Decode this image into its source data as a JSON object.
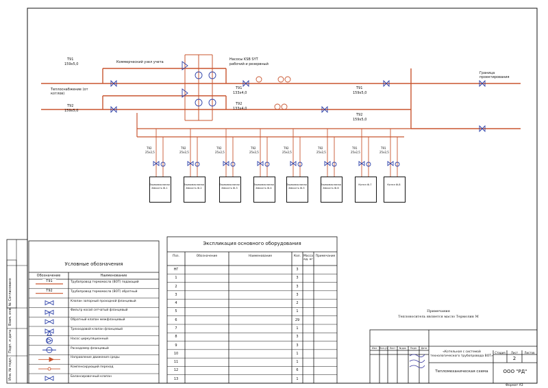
{
  "colors": {
    "supply": "#c8542e",
    "return": "#c8542e",
    "ink": "#1a1a1a",
    "valve": "#2a3fa8"
  },
  "sheet": {
    "side_stamp": [
      "Инв. № подл.",
      "Подп. и дата",
      "Взам. инв. №"
    ],
    "side_top": "Согласовано"
  },
  "diagram": {
    "supply_in_label": "Т91",
    "supply_in_size": "159х5,0",
    "return_in_label": "Т92",
    "return_in_size": "159х5,0",
    "inlet_note": "Теплоснабжение (от котлов)",
    "meter_note": "Коммерческий узел учета",
    "pump_note": "Насосы KSB SYT",
    "pump_note2": "рабочий и резервный",
    "main_supply_label": "Т91",
    "main_supply_size": "133х4,0",
    "main_return_label": "Т92",
    "main_return_size": "133х4,0",
    "right_supply_label": "Т91",
    "right_supply_size": "159х5,0",
    "right_return_label": "Т92",
    "right_return_size": "159х5,0",
    "right_note": "Граница проектирования",
    "branch_labels": [
      "Т92",
      "Т92",
      "Т92",
      "Т92",
      "Т92",
      "Т92",
      "Т91",
      "Т91"
    ],
    "branch_sizes": [
      "25х2,5",
      "25х2,5",
      "25х2,5",
      "25х2,5",
      "25х2,5",
      "25х2,5",
      "25х2,5",
      "25х2,5"
    ],
    "consumers": [
      "Термомасляная ёмкость Ф-1",
      "Термомасляная ёмкость Ф-2",
      "Термомасляная ёмкость Ф-3",
      "Термомасляная ёмкость Ф-4",
      "Термомасляная ёмкость Ф-5",
      "Термомасляная ёмкость Ф-6",
      "Котел Ф-7",
      "Котел Ф-8"
    ]
  },
  "legend": {
    "title": "Условные обозначения",
    "col_symbol": "Обозначение",
    "col_name": "Наименование",
    "rows": [
      {
        "symbol": "T91",
        "name": "Трубопровод термомасла (ВОТ) подающий",
        "icon": "line-t91"
      },
      {
        "symbol": "T92",
        "name": "Трубопровод термомасла (ВОТ) обратный",
        "icon": "line-t92"
      },
      {
        "symbol": "",
        "name": "Клапан запорный проходной фланцевый",
        "icon": "gate-valve"
      },
      {
        "symbol": "",
        "name": "Фильтр косой сетчатый фланцевый",
        "icon": "filter"
      },
      {
        "symbol": "",
        "name": "Обратный клапан межфланцевый",
        "icon": "check-valve"
      },
      {
        "symbol": "",
        "name": "Трехходовой клапан фланцевый",
        "icon": "three-way-valve"
      },
      {
        "symbol": "",
        "name": "Насос циркуляционный",
        "icon": "pump"
      },
      {
        "symbol": "",
        "name": "Расходомер фланцевый",
        "icon": "flowmeter"
      },
      {
        "symbol": "",
        "name": "Направление движения среды",
        "icon": "flow-arrow"
      },
      {
        "symbol": "",
        "name": "Компенсирующий переход",
        "icon": "reducer"
      },
      {
        "symbol": "",
        "name": "Балансировочный клапан",
        "icon": "balance-valve"
      }
    ]
  },
  "equipment": {
    "title": "Экспликация основного оборудования",
    "headers": [
      "Поз.",
      "Обозначение",
      "Наименование",
      "Кол.",
      "Масса ед. кг",
      "Примечание"
    ],
    "rows": [
      {
        "pos": "НГ",
        "qty": "3"
      },
      {
        "pos": "1",
        "qty": "3"
      },
      {
        "pos": "2",
        "qty": "3"
      },
      {
        "pos": "3",
        "qty": "3"
      },
      {
        "pos": "4",
        "qty": "2"
      },
      {
        "pos": "5",
        "qty": "1"
      },
      {
        "pos": "6",
        "qty": "29"
      },
      {
        "pos": "7",
        "qty": "1"
      },
      {
        "pos": "8",
        "qty": "3"
      },
      {
        "pos": "9",
        "qty": "3"
      },
      {
        "pos": "10",
        "qty": "1"
      },
      {
        "pos": "11",
        "qty": "1"
      },
      {
        "pos": "12",
        "qty": "6"
      },
      {
        "pos": "13",
        "qty": "1"
      }
    ]
  },
  "note": {
    "title": "Примечания",
    "text": "Теплоноситель является масло Термолин М"
  },
  "title_block": {
    "col_heads": [
      "Изм.",
      "Кол.уч",
      "Лист",
      "№док",
      "Подп.",
      "Дата"
    ],
    "project": "«Котельная с системой технологического трубопровода ВОТ»",
    "drawing": "Тепломеханическая схема",
    "stage_head": "Стадия",
    "sheet_head": "Лист",
    "sheets_head": "Листов",
    "sheet_value": "2",
    "company": "ООО \"РД\"",
    "format": "Формат А3"
  }
}
